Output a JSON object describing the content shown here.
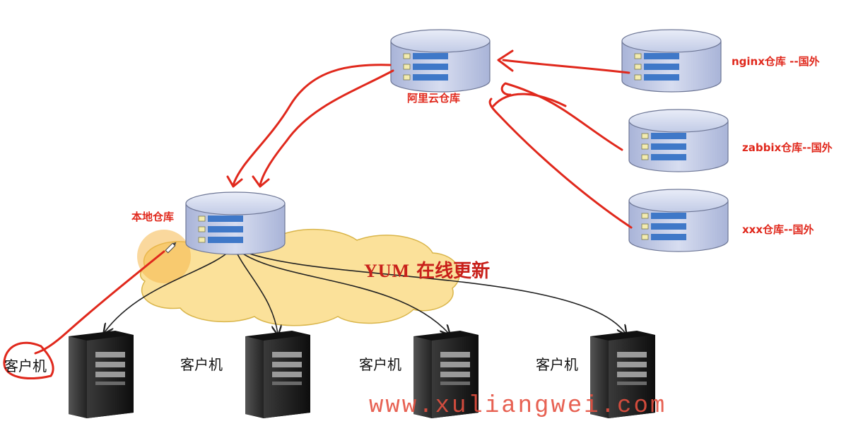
{
  "labels": {
    "aliyun_repo": "阿里云仓库",
    "local_repo": "本地仓库",
    "nginx_repo": "nginx仓库 --国外",
    "zabbix_repo": "zabbix仓库--国外",
    "xxx_repo": "xxx仓库--国外",
    "yum_update_en": "YUM",
    "yum_update_cn": "在线更新",
    "clients": [
      "客户机",
      "客户机",
      "客户机",
      "客户机"
    ]
  },
  "watermark": "www.xuliangwei.com",
  "colors": {
    "annotation_red": "#e0281c",
    "db_body": "#c7cfe8",
    "db_stripe": "#3f78c8",
    "cloud_fill": "#fbe19a",
    "server_dark": "#1a1a1a"
  },
  "icons": {
    "repository": "database-cylinder-icon",
    "client": "tower-server-icon",
    "cloud": "network-cloud-icon",
    "pencil": "pencil-cursor-icon"
  }
}
